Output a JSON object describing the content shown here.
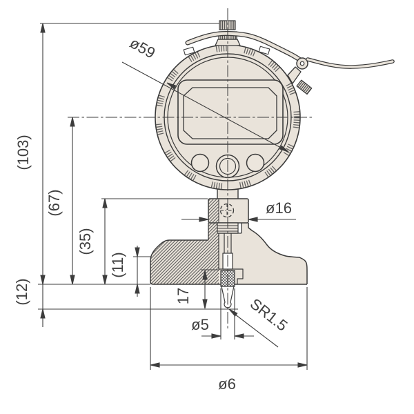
{
  "drawing": {
    "type": "technical-dimensional-drawing",
    "subject": "digital-depth-gauge",
    "dimensions": {
      "dial_diameter": "ø59",
      "overall_height": "(103)",
      "center_height": "(67)",
      "clamp_top_height": "(35)",
      "base_edge_height": "(11)",
      "tip_projection": "(12)",
      "contact_point_length": "17",
      "stem_diameter": "ø16",
      "contact_shaft_diameter": "ø5",
      "tip_sphere_radius": "SR1.5",
      "base_diameter": "ø6"
    },
    "colors": {
      "body_fill": "#e9e3da",
      "outline": "#3a3a3a",
      "dimension_line": "#3d3d3d",
      "background": "#ffffff"
    }
  }
}
